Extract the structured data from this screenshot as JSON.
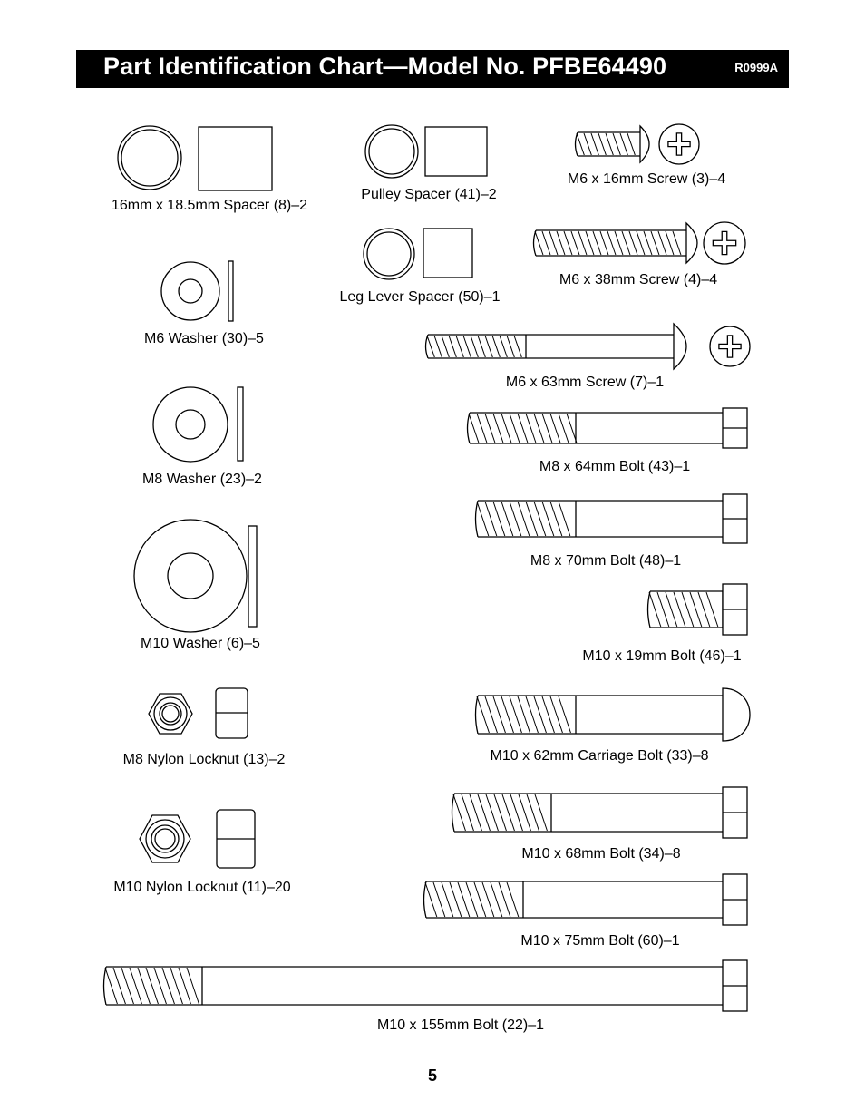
{
  "header": {
    "title": "Part Identification Chart—Model No. PFBE64490",
    "code": "R0999A"
  },
  "parts": [
    {
      "label": "16mm x 18.5mm Spacer (8)–2",
      "icon": "spacer-icon"
    },
    {
      "label": "Pulley Spacer (41)–2",
      "icon": "spacer-icon"
    },
    {
      "label": "M6 x 16mm Screw (3)–4",
      "icon": "screw-icon"
    },
    {
      "label": "Leg Lever Spacer (50)–1",
      "icon": "spacer-icon"
    },
    {
      "label": "M6 x 38mm Screw (4)–4",
      "icon": "screw-icon"
    },
    {
      "label": "M6 Washer (30)–5",
      "icon": "washer-icon"
    },
    {
      "label": "M6 x 63mm Screw (7)–1",
      "icon": "screw-icon"
    },
    {
      "label": "M8 x 64mm Bolt (43)–1",
      "icon": "bolt-icon"
    },
    {
      "label": "M8 Washer (23)–2",
      "icon": "washer-icon"
    },
    {
      "label": "M8 x 70mm Bolt (48)–1",
      "icon": "bolt-icon"
    },
    {
      "label": "M10 Washer (6)–5",
      "icon": "washer-icon"
    },
    {
      "label": "M10 x 19mm Bolt (46)–1",
      "icon": "bolt-icon"
    },
    {
      "label": "M8 Nylon Locknut (13)–2",
      "icon": "locknut-icon"
    },
    {
      "label": "M10 x 62mm Carriage Bolt (33)–8",
      "icon": "carriage-bolt-icon"
    },
    {
      "label": "M10 Nylon Locknut (11)–20",
      "icon": "locknut-icon"
    },
    {
      "label": "M10 x 68mm Bolt (34)–8",
      "icon": "bolt-icon"
    },
    {
      "label": "M10 x 75mm Bolt (60)–1",
      "icon": "bolt-icon"
    },
    {
      "label": "M10 x 155mm Bolt (22)–1",
      "icon": "bolt-icon"
    }
  ],
  "page_number": "5"
}
